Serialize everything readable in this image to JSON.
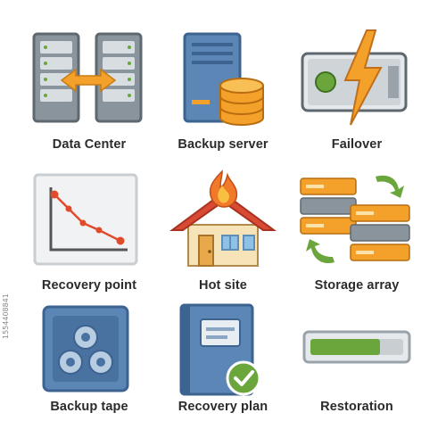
{
  "tiles": [
    {
      "label": "Data Center",
      "icon": "server-racks-exchange-icon"
    },
    {
      "label": "Backup server",
      "icon": "backup-server-database-icon"
    },
    {
      "label": "Failover",
      "icon": "failover-power-icon"
    },
    {
      "label": "Recovery point",
      "icon": "recovery-point-chart-icon"
    },
    {
      "label": "Hot site",
      "icon": "house-on-fire-icon"
    },
    {
      "label": "Storage array",
      "icon": "storage-array-sync-icon"
    },
    {
      "label": "Backup tape",
      "icon": "backup-tape-icon"
    },
    {
      "label": "Recovery plan",
      "icon": "recovery-plan-book-icon"
    },
    {
      "label": "Restoration",
      "icon": "restoration-progress-icon"
    }
  ],
  "watermark": "1554408841",
  "colors": {
    "gray": "#7f8a94",
    "blue": "#5b86b5",
    "orange": "#f3a12b",
    "green": "#6aa63c",
    "red": "#e04c2b"
  }
}
